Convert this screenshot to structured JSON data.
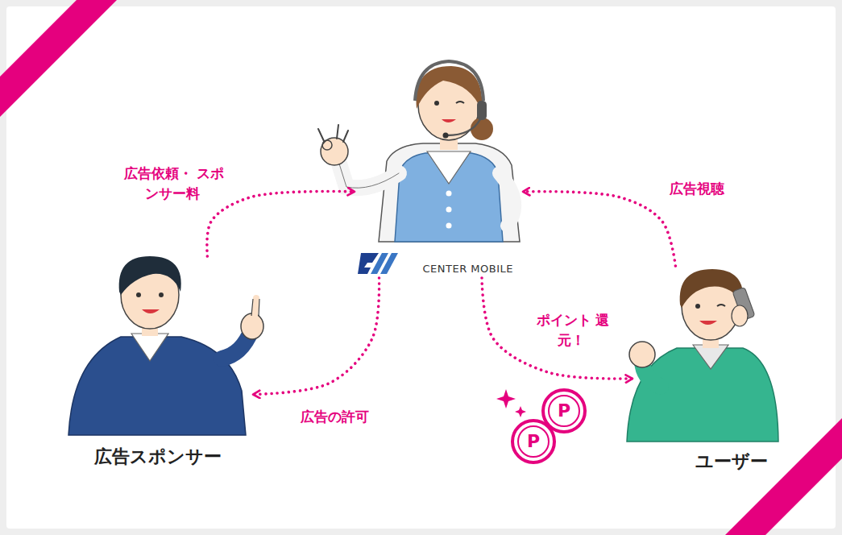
{
  "diagram": {
    "nodes": [
      {
        "text": [
          "CENTER MOBILE"
        ]
      },
      {
        "text": [
          "広告スポンサー"
        ]
      },
      {
        "text": [
          "ユーザー"
        ]
      }
    ],
    "edges": [
      {
        "from": 1,
        "to": 0,
        "label": "広告依頼・ スポンサー料",
        "arrow": "to"
      },
      {
        "from": 2,
        "to": 0,
        "label": "広告視聴",
        "arrow": "to"
      },
      {
        "from": 0,
        "to": 1,
        "label": "広告の許可",
        "arrow": "to"
      },
      {
        "from": 0,
        "to": 2,
        "label": "ポイント 還元！",
        "arrow": "to"
      }
    ],
    "labels": [
      "P",
      "P"
    ]
  }
}
